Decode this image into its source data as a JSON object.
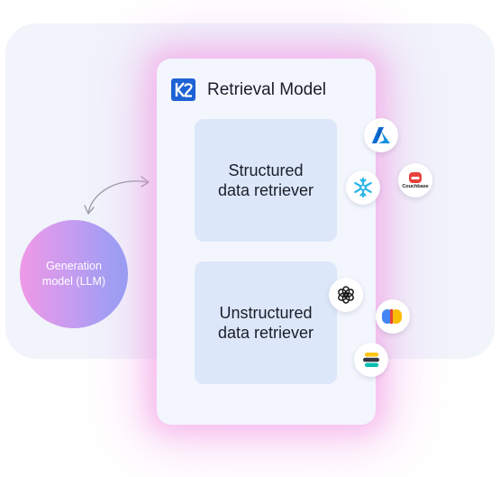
{
  "retrieval_model": {
    "logo_icon": "k2-logo",
    "title": "Retrieval Model",
    "structured": {
      "line1": "Structured",
      "line2": "data retriever"
    },
    "unstructured": {
      "line1": "Unstructured",
      "line2": "data retriever"
    }
  },
  "generation_model": {
    "line1": "Generation",
    "line2": "model (LLM)"
  },
  "connector": {
    "icon": "bidirectional-curved-arrow-icon"
  },
  "structured_sources": [
    {
      "icon": "azure-icon"
    },
    {
      "icon": "snowflake-icon"
    },
    {
      "icon": "couchbase-icon",
      "label": "Couchbase"
    }
  ],
  "unstructured_sources": [
    {
      "icon": "openai-icon"
    },
    {
      "icon": "looker-icon"
    },
    {
      "icon": "elasticsearch-icon"
    }
  ],
  "colors": {
    "background_panel": "#f1f4fb",
    "card": "#f3f6fd",
    "retriever_box": "#dce8f9",
    "glow": "#f4a0e6",
    "logo_blue": "#1e63d6",
    "gradient_start": "#ef99e6",
    "gradient_end": "#8fa0f6"
  }
}
